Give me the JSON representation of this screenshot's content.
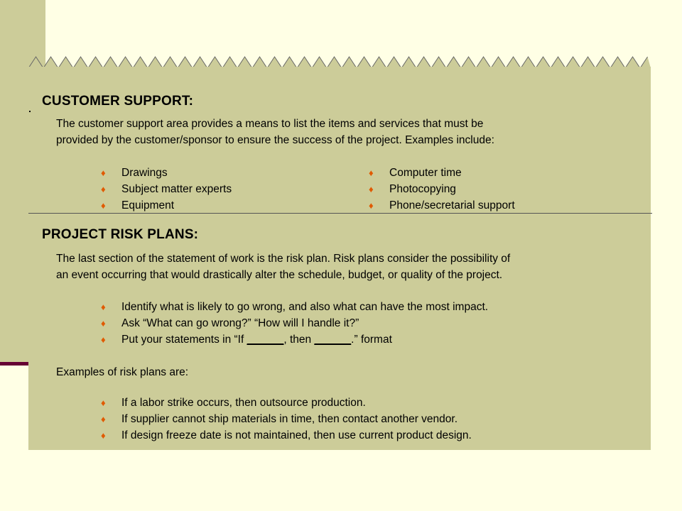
{
  "customer_support": {
    "heading": "CUSTOMER SUPPORT:",
    "intro_line1": "The customer support area provides a means to list the items and services that must be",
    "intro_line2": "provided by the customer/sponsor to ensure the success of the project.  Examples include:",
    "left_items": [
      "Drawings",
      "Subject matter experts",
      "Equipment"
    ],
    "right_items": [
      "Computer time",
      "Photocopying",
      "Phone/secretarial support"
    ]
  },
  "risk_plans": {
    "heading": "PROJECT RISK PLANS:",
    "intro_line1": "The last section of the statement of work is the risk plan.  Risk plans consider the possibility of",
    "intro_line2": "an event occurring that would drastically alter the schedule, budget, or quality of the project.",
    "items": [
      "Identify what is likely to go wrong, and also what can have the most impact.",
      "Ask “What can go wrong?”  “How will I handle it?”",
      "Put your statements in “If ______, then ______.” format"
    ],
    "item3_parts": {
      "a": "Put your statements in “If ",
      "blank1": "______",
      "b": ", then ",
      "blank2": "______",
      "c": ".” format"
    },
    "examples_label": "Examples of risk plans are:",
    "examples": [
      "If a labor strike occurs, then outsource production.",
      "If supplier cannot ship materials in time, then contact another vendor.",
      "If design freeze date is not maintained, then use current product design."
    ]
  },
  "bullet_glyph": "♦",
  "colors": {
    "background": "#FFFFE5",
    "panel": "#CCCC99",
    "bullet": "#E05A00",
    "accent": "#660033"
  }
}
